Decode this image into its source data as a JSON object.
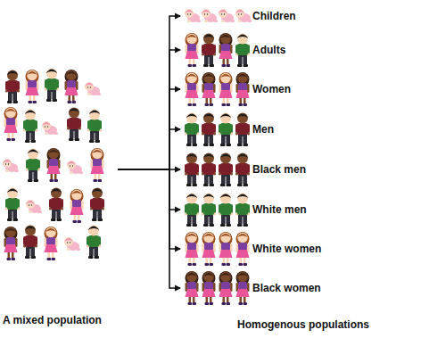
{
  "diagram": {
    "nodes": [
      {
        "text": [
          "A mixed population"
        ]
      },
      {
        "text": [
          "Children"
        ]
      },
      {
        "text": [
          "Adults"
        ]
      },
      {
        "text": [
          "Women"
        ]
      },
      {
        "text": [
          "Men"
        ]
      },
      {
        "text": [
          "Black men"
        ]
      },
      {
        "text": [
          "White men"
        ]
      },
      {
        "text": [
          "White women"
        ]
      },
      {
        "text": [
          "Black women"
        ]
      }
    ],
    "edges": [
      {
        "from": 0,
        "to": 1,
        "arrow": "to"
      },
      {
        "from": 0,
        "to": 2,
        "arrow": "to"
      },
      {
        "from": 0,
        "to": 3,
        "arrow": "to"
      },
      {
        "from": 0,
        "to": 4,
        "arrow": "to"
      },
      {
        "from": 0,
        "to": 5,
        "arrow": "to"
      },
      {
        "from": 0,
        "to": 6,
        "arrow": "to"
      },
      {
        "from": 0,
        "to": 7,
        "arrow": "to"
      },
      {
        "from": 0,
        "to": 8,
        "arrow": "to"
      }
    ],
    "labels": [
      "Homogenous populations"
    ]
  }
}
